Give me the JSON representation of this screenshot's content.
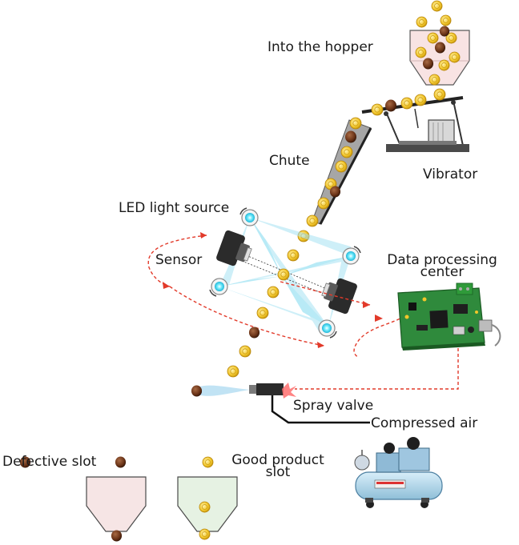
{
  "labels": {
    "hopper": "Into the hopper",
    "chute": "Chute",
    "vibrator": "Vibrator",
    "led": "LED light source",
    "sensor": "Sensor",
    "data_center_line1": "Data processing",
    "data_center_line2": "center",
    "spray_valve": "Spray valve",
    "compressed_air": "Compressed air",
    "defective_slot": "Defective slot",
    "good_slot_line1": "Good product",
    "good_slot_line2": "slot"
  },
  "colors": {
    "good_product": "#f2c62a",
    "defective_product": "#6b3418",
    "signal_arrow": "#e23a2a",
    "led_light": "#7fd9ef",
    "hopper_fill": "#f8e3e3",
    "defective_bin_fill": "#f6e5e5",
    "good_bin_fill": "#e6f2e3",
    "circuit_board": "#2f8a3c"
  },
  "icons": [
    "hopper-icon",
    "vibrator-icon",
    "chute-icon",
    "led-light-icon",
    "sensor-camera-icon",
    "circuit-board-icon",
    "spray-valve-icon",
    "air-compressor-icon",
    "defective-bin-icon",
    "good-bin-icon"
  ]
}
